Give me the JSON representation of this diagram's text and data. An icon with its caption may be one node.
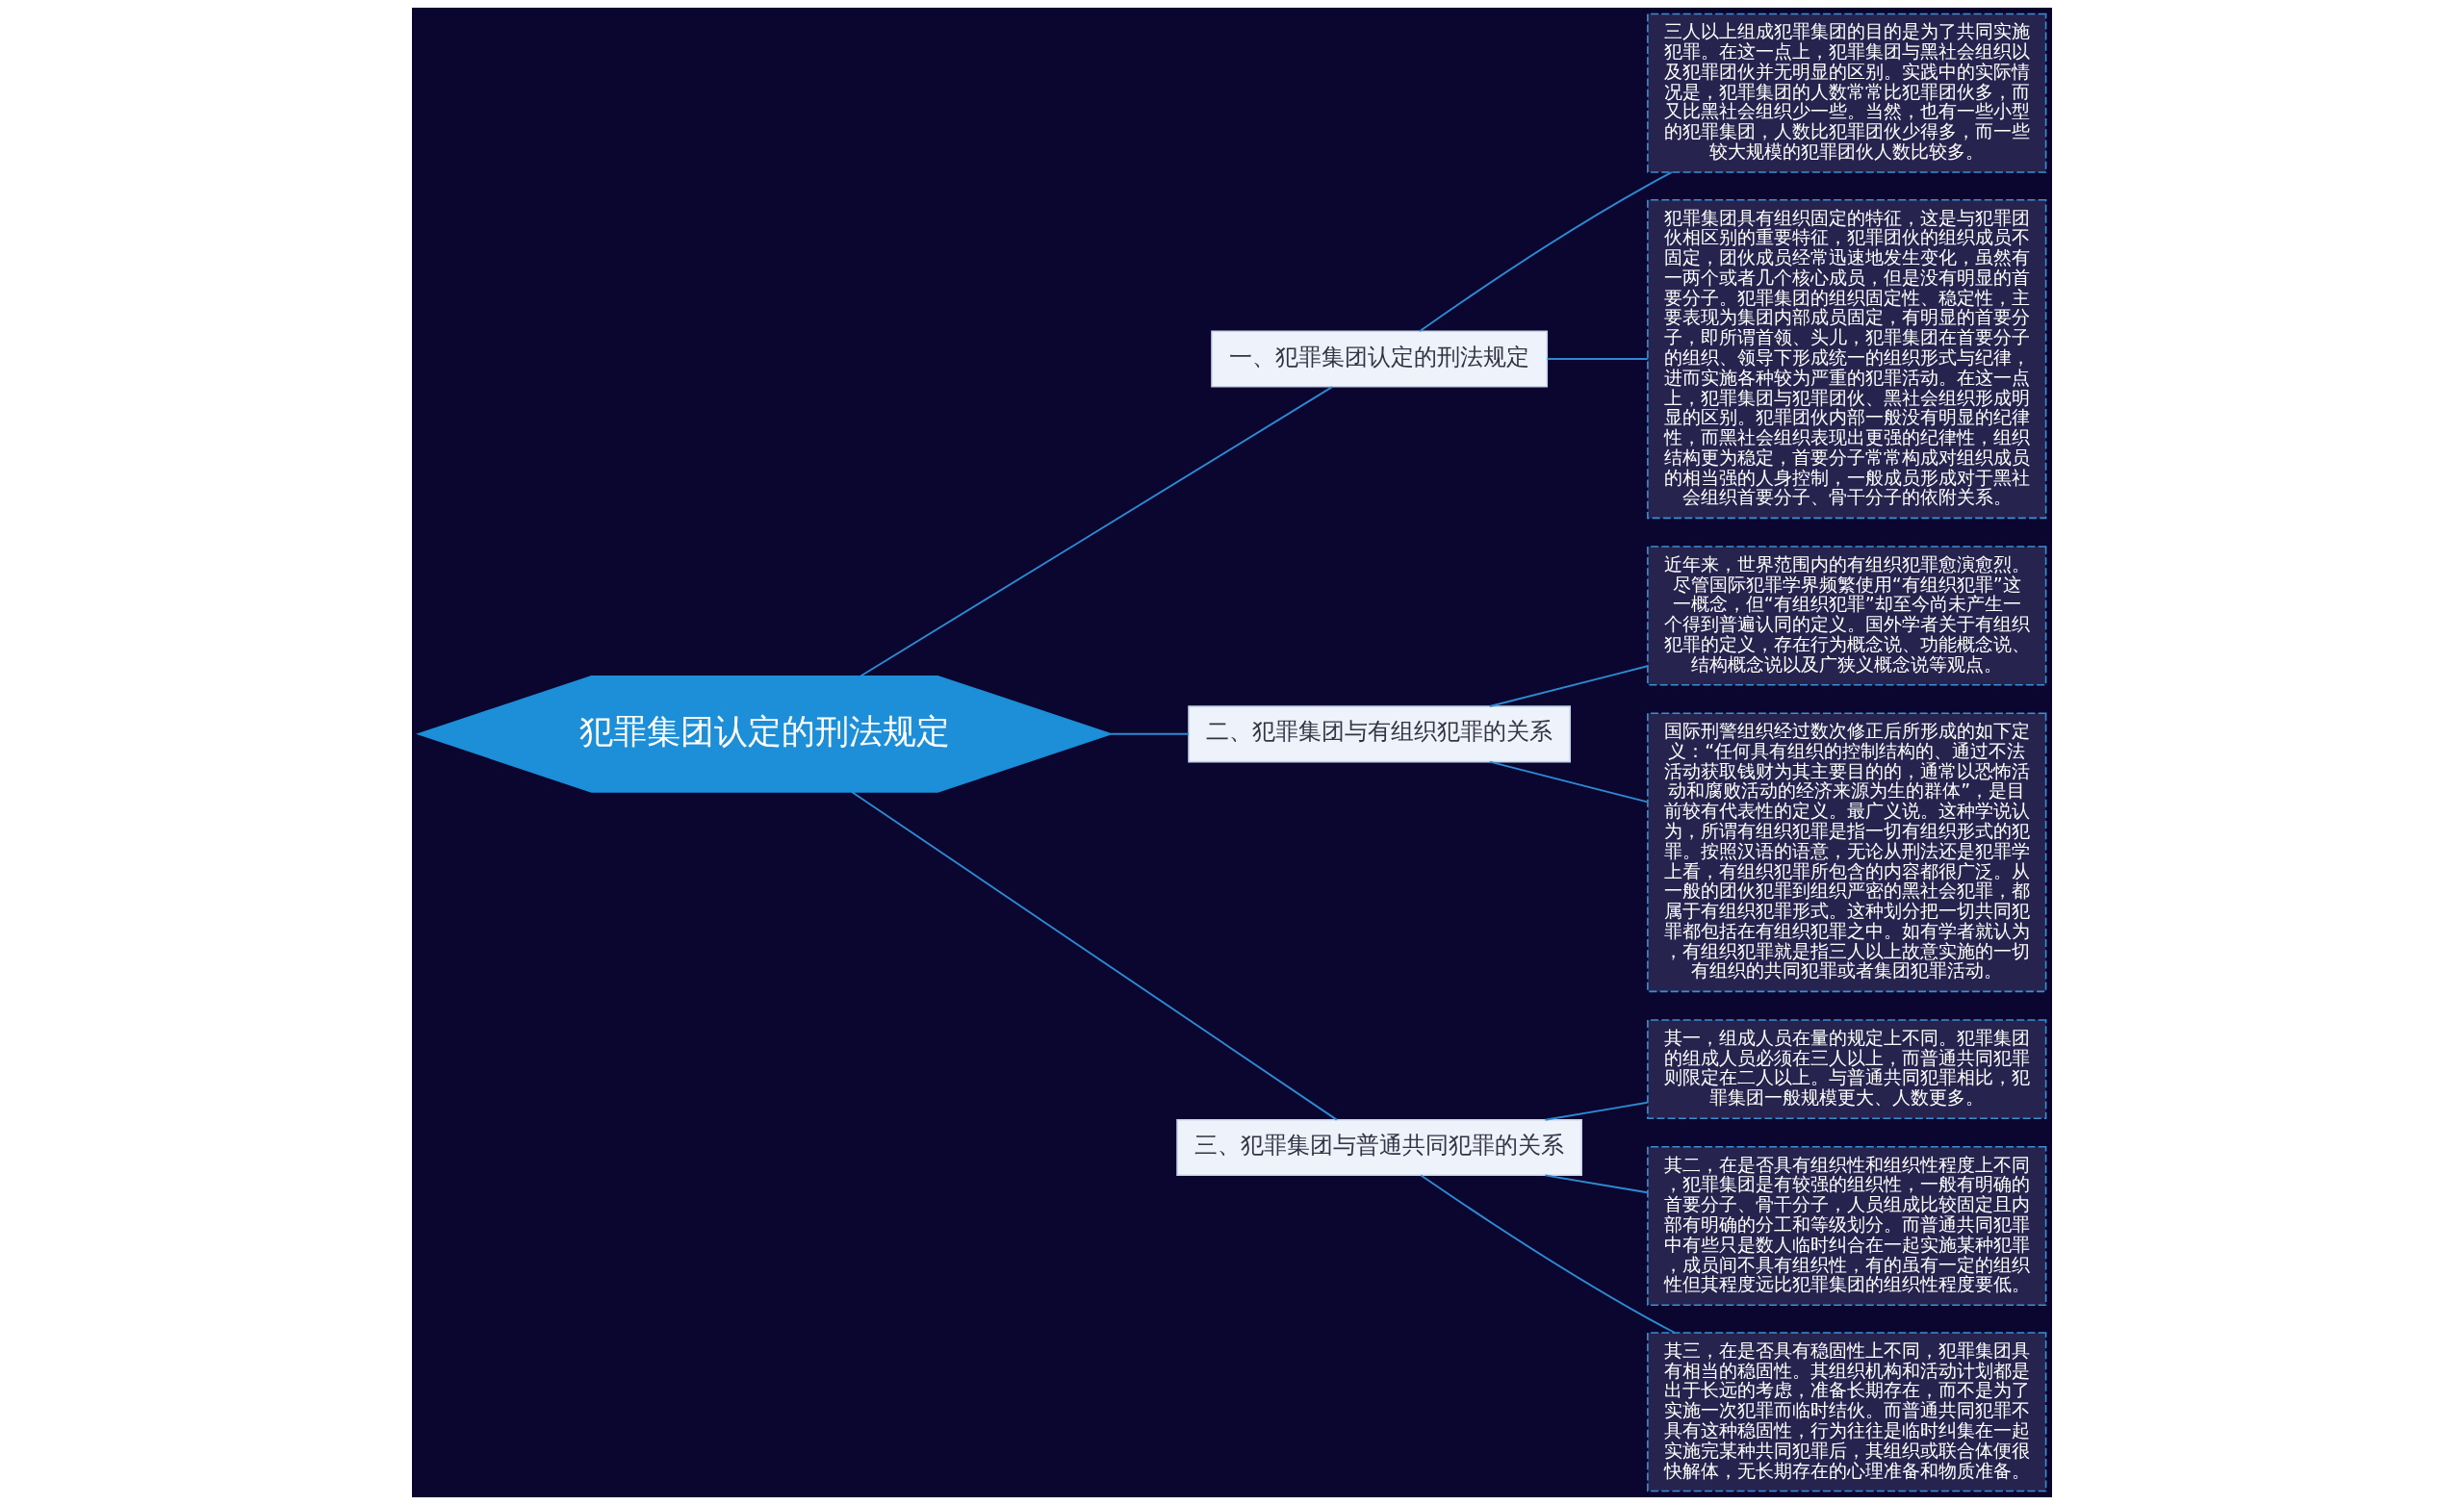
{
  "diagram": {
    "nodes": [
      {
        "text": [
          "犯罪集团认定的刑法规定"
        ]
      },
      {
        "text": [
          "一、犯罪集团认定的刑法规定"
        ]
      },
      {
        "text": [
          "三人以上组成犯罪集团的目的是为了共同实施犯罪。在这一点上，犯罪集团与黑社会组织以及犯罪团伙并无明显的区别。实践中的实际情况是，犯罪集团的人数常常比犯罪团伙多，而又比黑社会组织少一些。当然，也有一些小型的犯罪集团，人数比犯罪团伙少得多，而一些较大规模的犯罪团伙人数比较多。"
        ]
      },
      {
        "text": [
          "犯罪集团具有组织固定的特征，这是与犯罪团伙相区别的重要特征，犯罪团伙的组织成员不固定，团伙成员经常迅速地发生变化，虽然有一两个或者几个核心成员，但是没有明显的首要分子。犯罪集团的组织固定性、稳定性，主要表现为集团内部成员固定，有明显的首要分子，即所谓首领、头儿，犯罪集团在首要分子的组织、领导下形成统一的组织形式与纪律，进而实施各种较为严重的犯罪活动。在这一点上，犯罪集团与犯罪团伙、黑社会组织形成明显的区别。犯罪团伙内部一般没有明显的纪律性，而黑社会组织表现出更强的纪律性，组织结构更为稳定，首要分子常常构成对组织成员的相当强的人身控制，一般成员形成对于黑社会组织首要分子、骨干分子的依附关系。"
        ]
      },
      {
        "text": [
          "二、犯罪集团与有组织犯罪的关系"
        ]
      },
      {
        "text": [
          "近年来，世界范围内的有组织犯罪愈演愈烈。尽管国际犯罪学界频繁使用“有组织犯罪”这一概念，但“有组织犯罪”却至今尚未产生一个得到普遍认同的定义。国外学者关于有组织犯罪的定义，存在行为概念说、功能概念说、结构概念说以及广狭义概念说等观点。"
        ]
      },
      {
        "text": [
          "国际刑警组织经过数次修正后所形成的如下定义：“任何具有组织的控制结构的、通过不法活动获取钱财为其主要目的的，通常以恐怖活动和腐败活动的经济来源为生的群体”，是目前较有代表性的定义。最广义说。这种学说认为，所谓有组织犯罪是指一切有组织形式的犯罪。按照汉语的语意，无论从刑法还是犯罪学上看，有组织犯罪所包含的内容都很广泛。从一般的团伙犯罪到组织严密的黑社会犯罪，都属于有组织犯罪形式。这种划分把一切共同犯罪都包括在有组织犯罪之中。如有学者就认为，有组织犯罪就是指三人以上故意实施的一切有组织的共同犯罪或者集团犯罪活动。"
        ]
      },
      {
        "text": [
          "三、犯罪集团与普通共同犯罪的关系"
        ]
      },
      {
        "text": [
          "其一，组成人员在量的规定上不同。犯罪集团的组成人员必须在三人以上，而普通共同犯罪则限定在二人以上。与普通共同犯罪相比，犯罪集团一般规模更大、人数更多。"
        ]
      },
      {
        "text": [
          "其二，在是否具有组织性和组织性程度上不同，犯罪集团是有较强的组织性，一般有明确的首要分子、骨干分子，人员组成比较固定且内部有明确的分工和等级划分。而普通共同犯罪中有些只是数人临时纠合在一起实施某种犯罪，成员间不具有组织性，有的虽有一定的组织性但其程度远比犯罪集团的组织性程度要低。"
        ]
      },
      {
        "text": [
          "其三，在是否具有稳固性上不同，犯罪集团具有相当的稳固性。其组织机构和活动计划都是出于长远的考虑，准备长期存在，而不是为了实施一次犯罪而临时结伙。而普通共同犯罪不具有这种稳固性，行为往往是临时纠集在一起实施完某种共同犯罪后，其组织或联合体便很快解体，无长期存在的心理准备和物质准备。"
        ]
      }
    ],
    "edges": [
      {
        "from": 0,
        "to": 1,
        "arrow": "none"
      },
      {
        "from": 1,
        "to": 2,
        "arrow": "none"
      },
      {
        "from": 1,
        "to": 3,
        "arrow": "none"
      },
      {
        "from": 0,
        "to": 4,
        "arrow": "none"
      },
      {
        "from": 4,
        "to": 5,
        "arrow": "none"
      },
      {
        "from": 4,
        "to": 6,
        "arrow": "none"
      },
      {
        "from": 0,
        "to": 7,
        "arrow": "none"
      },
      {
        "from": 7,
        "to": 8,
        "arrow": "none"
      },
      {
        "from": 7,
        "to": 9,
        "arrow": "none"
      },
      {
        "from": 7,
        "to": 10,
        "arrow": "none"
      }
    ]
  }
}
